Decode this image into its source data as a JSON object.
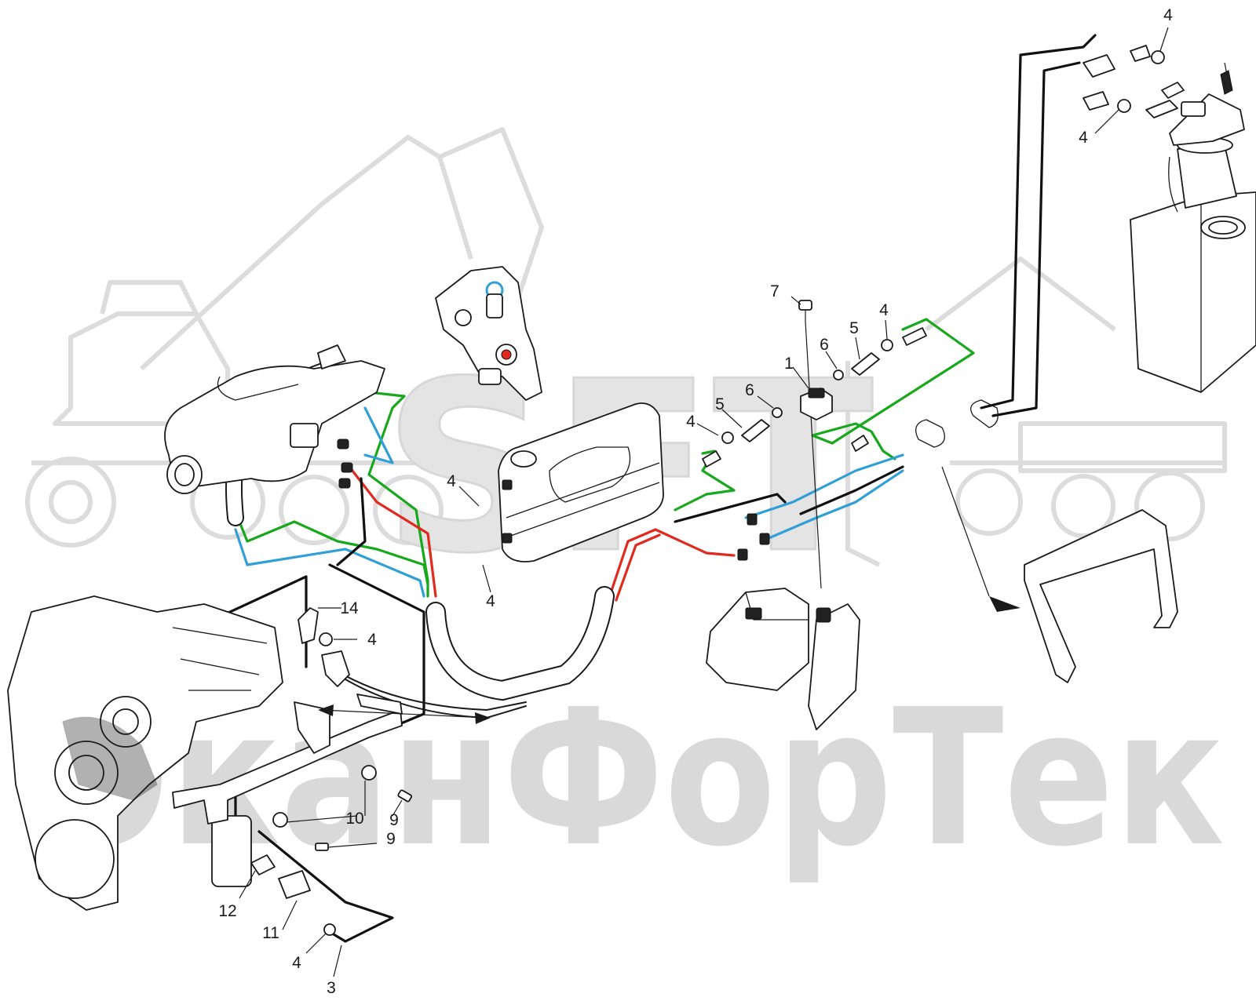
{
  "watermark": {
    "logo_text": "SFT",
    "company_text": "ОканФорТек"
  },
  "callouts": [
    {
      "id": "c-4-top",
      "text": "4"
    },
    {
      "id": "c-4-topleft",
      "text": "4"
    },
    {
      "id": "c-7",
      "text": "7"
    },
    {
      "id": "c-1",
      "text": "1"
    },
    {
      "id": "c-6-upper",
      "text": "6"
    },
    {
      "id": "c-5-upper",
      "text": "5"
    },
    {
      "id": "c-4-upper",
      "text": "4"
    },
    {
      "id": "c-6-lower",
      "text": "6"
    },
    {
      "id": "c-5-lower",
      "text": "5"
    },
    {
      "id": "c-4-mid",
      "text": "4"
    },
    {
      "id": "c-4-res-up",
      "text": "4"
    },
    {
      "id": "c-4-res-low",
      "text": "4"
    },
    {
      "id": "c-14",
      "text": "14"
    },
    {
      "id": "c-4-clamp",
      "text": "4"
    },
    {
      "id": "c-10",
      "text": "10"
    },
    {
      "id": "c-9-upper",
      "text": "9"
    },
    {
      "id": "c-9-lower",
      "text": "9"
    },
    {
      "id": "c-12",
      "text": "12"
    },
    {
      "id": "c-11",
      "text": "11"
    },
    {
      "id": "c-4-bottom",
      "text": "4"
    },
    {
      "id": "c-3",
      "text": "3"
    }
  ],
  "colors": {
    "line_green": "#17a81c",
    "line_blue": "#2f9fd6",
    "line_red": "#e02a1f",
    "line_black": "#111111",
    "watermark": "#dcdcdc"
  }
}
